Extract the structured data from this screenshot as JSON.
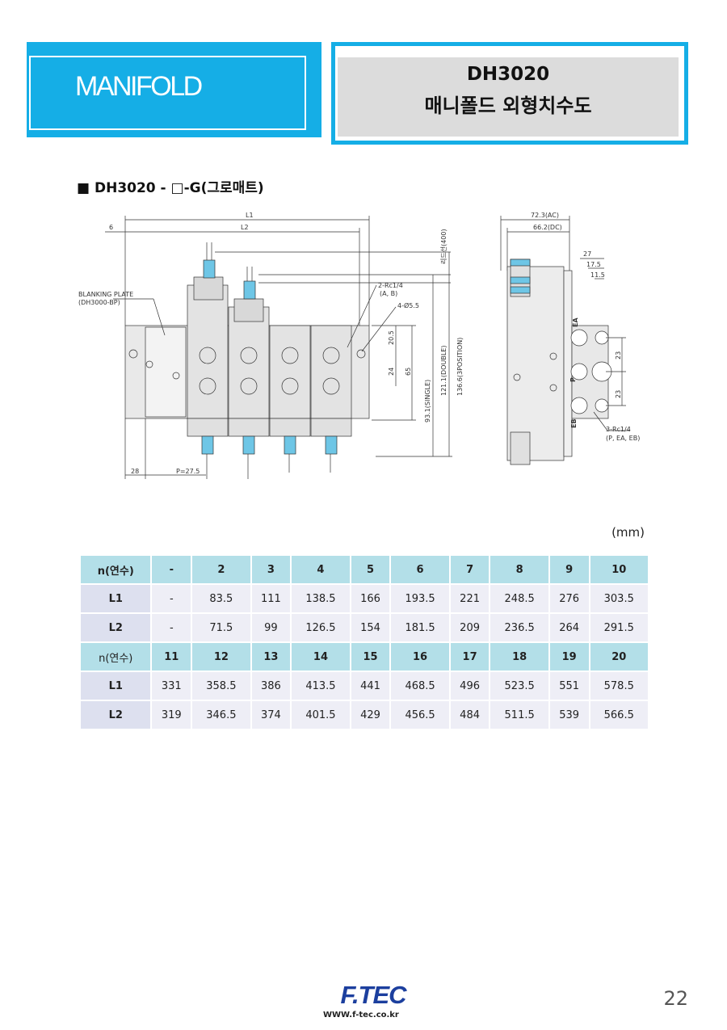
{
  "header": {
    "category": "MANIFOLD",
    "model": "DH3020",
    "title_ko": "매니폴드 외형치수도"
  },
  "section_title": "■ DH3020 - □-G(그로매트)",
  "drawing": {
    "labels": {
      "L1": "L1",
      "L2": "L2",
      "six": "6",
      "lead": "리드선(400)",
      "blanking1": "BLANKING PLATE",
      "blanking2": "(DH3000-BP)",
      "port2": "2-Rc1/4",
      "port2b": "(A, B)",
      "hole": "4-Ø5.5",
      "d205": "20.5",
      "d24": "24",
      "d65": "65",
      "single": "93.1(SINGLE)",
      "double": "121.1(DOUBLE)",
      "pos3": "136.6(3POSITION)",
      "d28": "28",
      "pitch": "P=27.5",
      "ac": "72.3(AC)",
      "dc": "66.2(DC)",
      "d27": "27",
      "d175": "17.5",
      "d115": "11.5",
      "d23a": "23",
      "d23b": "23",
      "ea": "EA",
      "p": "P",
      "eb": "EB",
      "port3": "3-Rc1/4",
      "port3b": "(P, EA, EB)"
    }
  },
  "unit": "(mm)",
  "table": {
    "header1": [
      "n(연수)",
      "-",
      "2",
      "3",
      "4",
      "5",
      "6",
      "7",
      "8",
      "9",
      "10"
    ],
    "rows1": [
      [
        "L1",
        "-",
        "83.5",
        "111",
        "138.5",
        "166",
        "193.5",
        "221",
        "248.5",
        "276",
        "303.5"
      ],
      [
        "L2",
        "-",
        "71.5",
        "99",
        "126.5",
        "154",
        "181.5",
        "209",
        "236.5",
        "264",
        "291.5"
      ]
    ],
    "header2": [
      "n(연수)",
      "11",
      "12",
      "13",
      "14",
      "15",
      "16",
      "17",
      "18",
      "19",
      "20"
    ],
    "rows2": [
      [
        "L1",
        "331",
        "358.5",
        "386",
        "413.5",
        "441",
        "468.5",
        "496",
        "523.5",
        "551",
        "578.5"
      ],
      [
        "L2",
        "319",
        "346.5",
        "374",
        "401.5",
        "429",
        "456.5",
        "484",
        "511.5",
        "539",
        "566.5"
      ]
    ]
  },
  "footer": {
    "logo": "F.TEC",
    "site": "WWW.f-tec.co.kr",
    "page": "22"
  },
  "colors": {
    "banner": "#15aee6",
    "table_header": "#b3dfe8",
    "table_row": "#eeeef6",
    "logo": "#1c3f9e"
  }
}
